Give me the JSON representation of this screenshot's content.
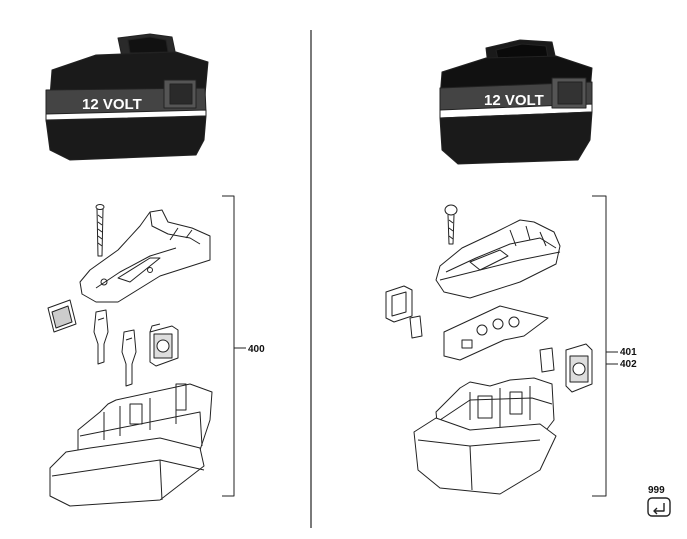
{
  "left_battery": {
    "label": "12 VOLT"
  },
  "right_battery": {
    "label": "12 VOLT"
  },
  "callouts": {
    "left_group": "400",
    "right_group_a": "401",
    "right_group_b": "402",
    "accessory": "999"
  },
  "colors": {
    "line": "#222222",
    "battery_dark": "#1a1a1a",
    "band": "#ffffff"
  }
}
